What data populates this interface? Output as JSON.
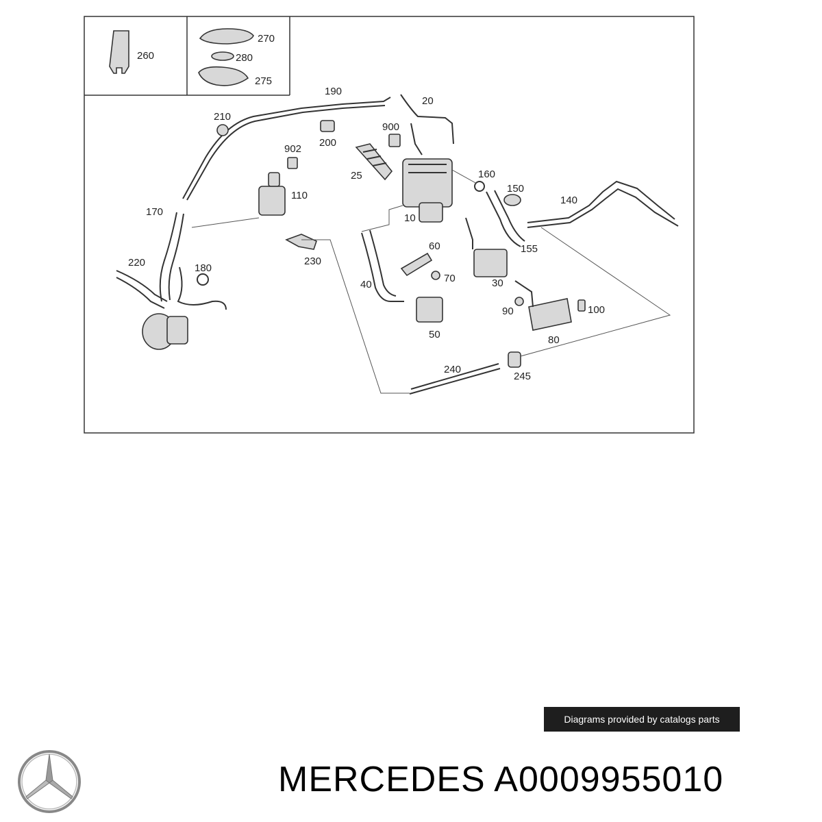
{
  "diagram": {
    "callouts": [
      {
        "id": "c260",
        "text": "260"
      },
      {
        "id": "c270",
        "text": "270"
      },
      {
        "id": "c280",
        "text": "280"
      },
      {
        "id": "c275",
        "text": "275"
      },
      {
        "id": "c190",
        "text": "190"
      },
      {
        "id": "c20",
        "text": "20"
      },
      {
        "id": "c210",
        "text": "210"
      },
      {
        "id": "c900",
        "text": "900"
      },
      {
        "id": "c200",
        "text": "200"
      },
      {
        "id": "c902",
        "text": "902"
      },
      {
        "id": "c25",
        "text": "25"
      },
      {
        "id": "c160",
        "text": "160"
      },
      {
        "id": "c150",
        "text": "150"
      },
      {
        "id": "c140",
        "text": "140"
      },
      {
        "id": "c110",
        "text": "110"
      },
      {
        "id": "c170",
        "text": "170"
      },
      {
        "id": "c10",
        "text": "10"
      },
      {
        "id": "c155",
        "text": "155"
      },
      {
        "id": "c60",
        "text": "60"
      },
      {
        "id": "c220",
        "text": "220"
      },
      {
        "id": "c230",
        "text": "230"
      },
      {
        "id": "c180",
        "text": "180"
      },
      {
        "id": "c70",
        "text": "70"
      },
      {
        "id": "c40",
        "text": "40"
      },
      {
        "id": "c30",
        "text": "30"
      },
      {
        "id": "c90",
        "text": "90"
      },
      {
        "id": "c100",
        "text": "100"
      },
      {
        "id": "c50",
        "text": "50"
      },
      {
        "id": "c80",
        "text": "80"
      },
      {
        "id": "c240",
        "text": "240"
      },
      {
        "id": "c245",
        "text": "245"
      }
    ]
  },
  "credit_text": "Diagrams provided by catalogs parts",
  "brand": {
    "name": "MERCEDES",
    "part_number": "A0009955010",
    "logo_icon": "mercedes-star-icon"
  },
  "colors": {
    "credit_bg": "#1e1e1e",
    "line": "#333333"
  }
}
